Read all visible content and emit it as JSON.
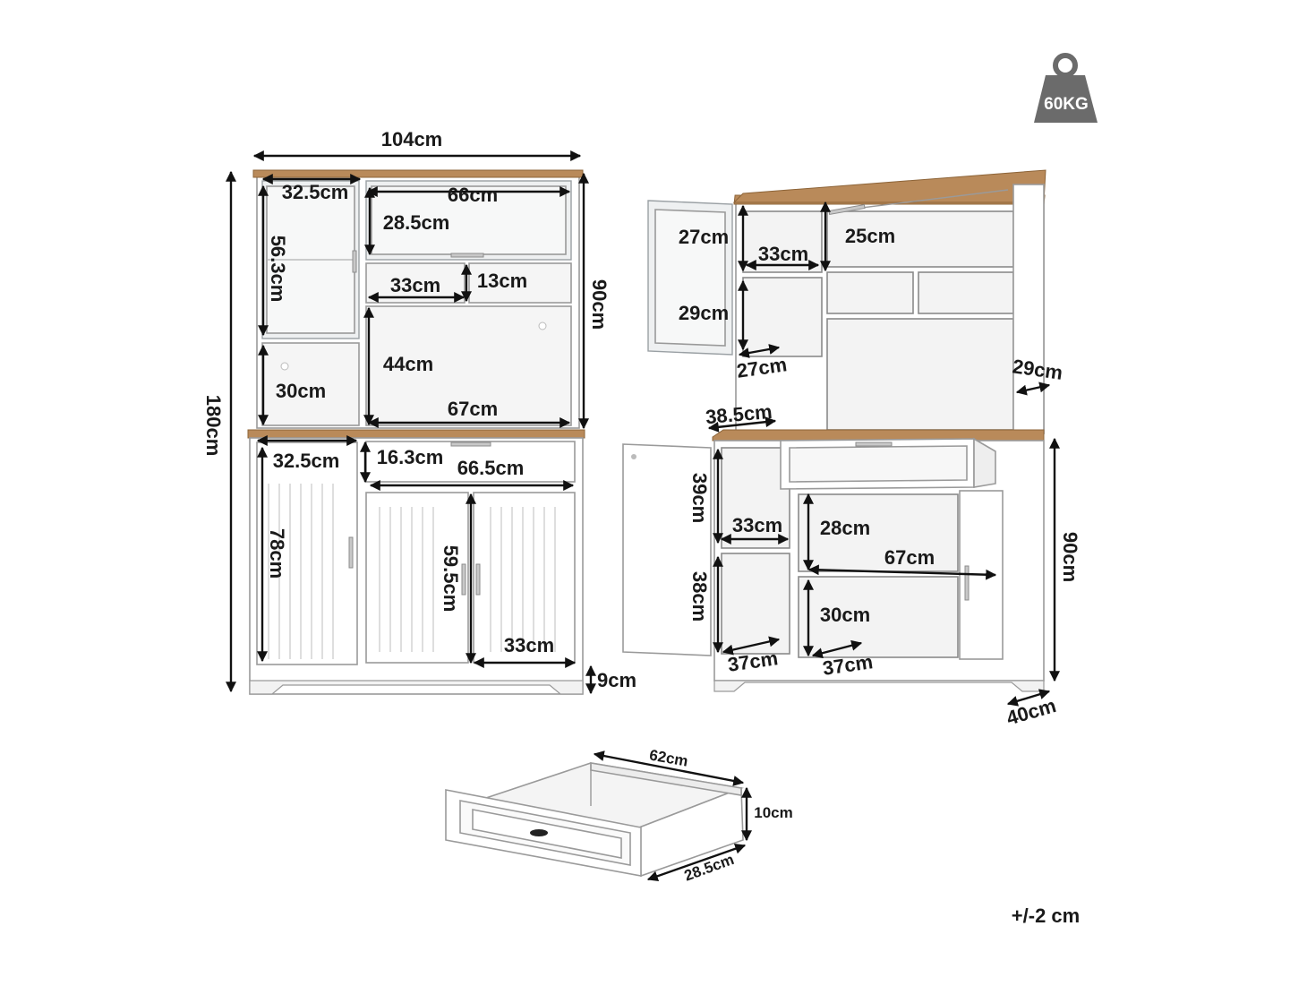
{
  "weight_badge": {
    "label": "60KG",
    "icon": "weight-icon",
    "color": "#6b6b6b"
  },
  "tolerance": "+/-2 cm",
  "colors": {
    "wood": "#b98a5a",
    "cabinet": "#ffffff",
    "lines": "#111111"
  },
  "front_view": {
    "total_width": "104cm",
    "total_height": "180cm",
    "upper_height": "90cm",
    "leg_height": "9cm",
    "glass_door_width": "32.5cm",
    "glass_door_height": "56.3cm",
    "top_cabinet_width": "66cm",
    "top_cabinet_height": "28.5cm",
    "open_shelf_width": "33cm",
    "open_shelf_height": "13cm",
    "microwave_height": "44cm",
    "microwave_width": "67cm",
    "lower_left_open_height": "30cm",
    "lower_left_door_width": "32.5cm",
    "lower_left_door_height": "78cm",
    "drawer_height": "16.3cm",
    "drawer_width": "66.5cm",
    "double_door_height": "59.5cm",
    "double_door_width": "33cm"
  },
  "side_view": {
    "upper_shelf_height": "27cm",
    "upper_shelf_width": "33cm",
    "top_right_height": "25cm",
    "lower_shelf_height": "29cm",
    "shelf_depth": "27cm",
    "upper_depth": "29cm",
    "counter_width": "38.5cm",
    "lower_upper_height": "39cm",
    "lower_inner_width": "33cm",
    "right_upper_height": "28cm",
    "right_inner_width": "67cm",
    "lower_bottom_height": "38cm",
    "right_bottom_height": "30cm",
    "left_depth": "37cm",
    "right_depth": "37cm",
    "lower_height": "90cm",
    "total_depth": "40cm"
  },
  "drawer_detail": {
    "width": "62cm",
    "height": "10cm",
    "depth": "28.5cm"
  }
}
